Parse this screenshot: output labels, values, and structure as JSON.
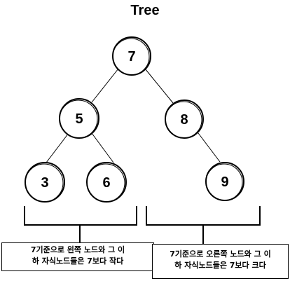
{
  "title": "Tree",
  "nodes": [
    {
      "id": "root",
      "label": "7"
    },
    {
      "id": "left",
      "label": "5"
    },
    {
      "id": "right",
      "label": "8"
    },
    {
      "id": "left-left",
      "label": "3"
    },
    {
      "id": "left-right",
      "label": "6"
    },
    {
      "id": "right-right",
      "label": "9"
    }
  ],
  "edges": [
    {
      "from": "root",
      "to": "left"
    },
    {
      "from": "root",
      "to": "right"
    },
    {
      "from": "left",
      "to": "left-left"
    },
    {
      "from": "left",
      "to": "left-right"
    },
    {
      "from": "right",
      "to": "right-right"
    }
  ],
  "notes": {
    "left": {
      "line1": "7기준으로 왼쪽 노드와 그 이",
      "line2": "하 자식노드들은 7보다 작다"
    },
    "right": {
      "line1": "7기준으로 오른쪽 노드와 그 이",
      "line2": "하 자식노드들은 7보다 크다"
    }
  }
}
